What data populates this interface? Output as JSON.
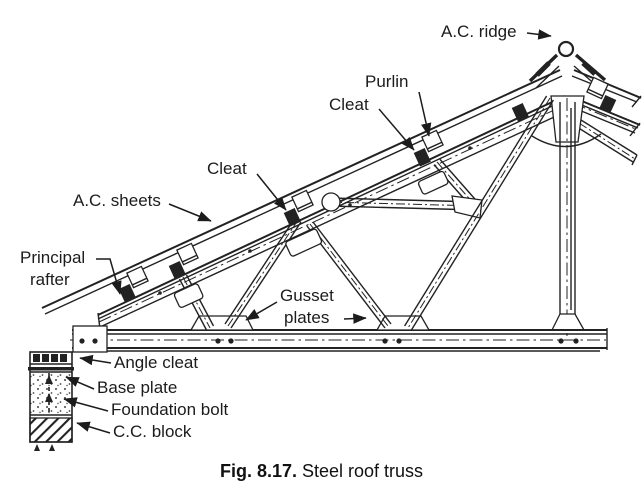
{
  "figure": {
    "labels": {
      "ac_ridge": "A.C. ridge",
      "purlin": "Purlin",
      "cleat_upper": "Cleat",
      "cleat_mid": "Cleat",
      "ac_sheets": "A.C. sheets",
      "principal_rafter_line1": "Principal",
      "principal_rafter_line2": "rafter",
      "gusset_line1": "Gusset",
      "gusset_line2": "plates",
      "angle_cleat": "Angle cleat",
      "base_plate": "Base plate",
      "foundation_bolt": "Foundation bolt",
      "cc_block": "C.C. block"
    },
    "caption": {
      "fig": "Fig. 8.17.",
      "title": " Steel roof truss"
    },
    "colors": {
      "ink": "#1c1c1c",
      "background": "#ffffff"
    }
  }
}
